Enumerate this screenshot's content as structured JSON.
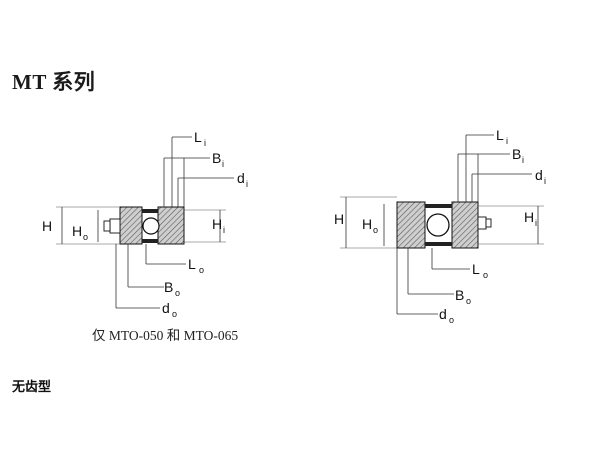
{
  "title": "MT 系列",
  "caption": "仅 MTO-050 和 MTO-065",
  "section_heading": "无齿型",
  "labels": {
    "L": "L",
    "i": "i",
    "B": "B",
    "d": "d",
    "H": "H",
    "o": "o"
  }
}
